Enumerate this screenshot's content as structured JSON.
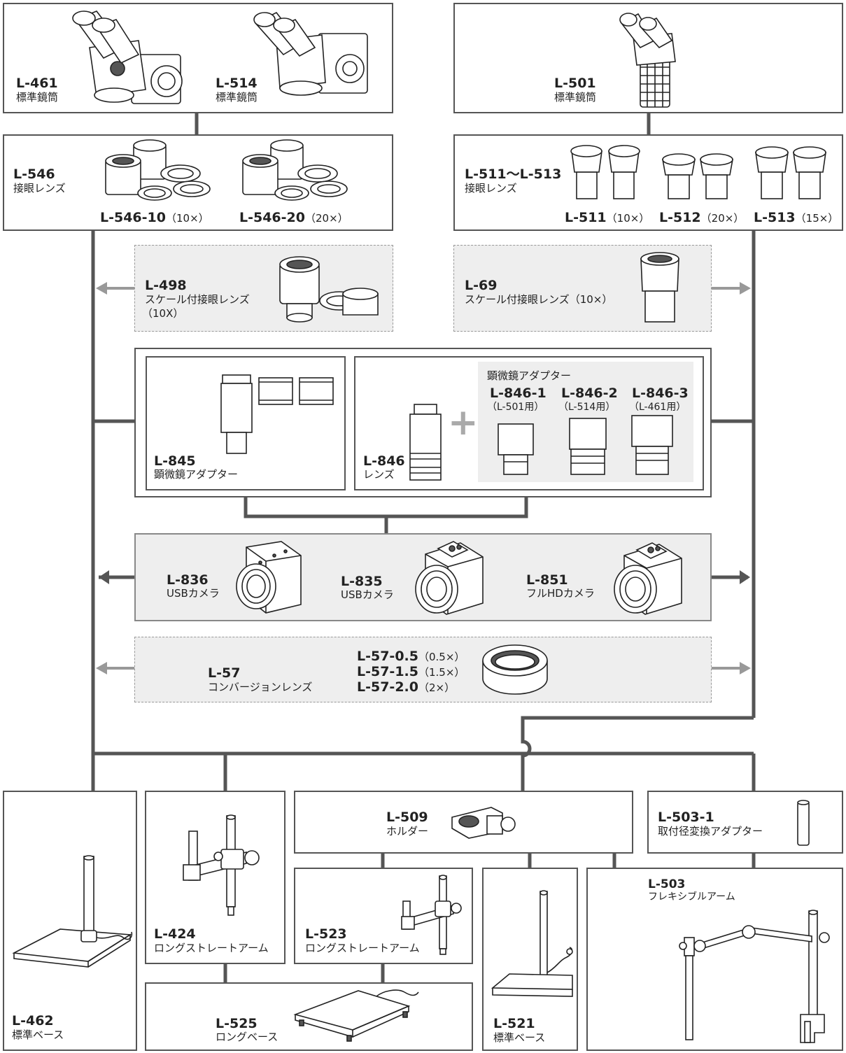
{
  "colors": {
    "line": "#555555",
    "grey_arrow": "#999999",
    "panel_fill": "#eeeeee",
    "plus_mark": "#aaaaaa"
  },
  "top_left": {
    "items": [
      {
        "code": "L-461",
        "name": "標準鏡筒",
        "icon": "stereo-microscope-head-icon"
      },
      {
        "code": "L-514",
        "name": "標準鏡筒",
        "icon": "stereo-microscope-head-icon"
      }
    ]
  },
  "top_right": {
    "code": "L-501",
    "name": "標準鏡筒",
    "icon": "monocular-head-icon"
  },
  "eyepiece_left": {
    "code": "L-546",
    "name": "接眼レンズ",
    "variants": [
      {
        "code": "L-546-10",
        "mag": "（10×）"
      },
      {
        "code": "L-546-20",
        "mag": "（20×）"
      }
    ]
  },
  "eyepiece_right": {
    "code": "L-511～L-513",
    "name": "接眼レンズ",
    "variants": [
      {
        "code": "L-511",
        "mag": "（10×）"
      },
      {
        "code": "L-512",
        "mag": "（20×）"
      },
      {
        "code": "L-513",
        "mag": "（15×）"
      }
    ]
  },
  "scale_left": {
    "code": "L-498",
    "name": "スケール付接眼レンズ",
    "mag": "（10X）"
  },
  "scale_right": {
    "code": "L-69",
    "name": "スケール付接眼レンズ（10×）"
  },
  "adapter_845": {
    "code": "L-845",
    "name": "顕微鏡アダプター"
  },
  "lens_846": {
    "code": "L-846",
    "name": "レンズ",
    "plus": "+",
    "adapter_title": "顕微鏡アダプター",
    "adapters": [
      {
        "code": "L-846-1",
        "use": "（L-501用）"
      },
      {
        "code": "L-846-2",
        "use": "（L-514用）"
      },
      {
        "code": "L-846-3",
        "use": "（L-461用）"
      }
    ]
  },
  "cameras": [
    {
      "code": "L-836",
      "name": "USBカメラ"
    },
    {
      "code": "L-835",
      "name": "USBカメラ"
    },
    {
      "code": "L-851",
      "name": "フルHDカメラ"
    }
  ],
  "conversion": {
    "code": "L-57",
    "name": "コンバージョンレンズ",
    "variants": [
      {
        "code": "L-57-0.5",
        "mag": "（0.5×）"
      },
      {
        "code": "L-57-1.5",
        "mag": "（1.5×）"
      },
      {
        "code": "L-57-2.0",
        "mag": "（2×）"
      }
    ]
  },
  "stands": {
    "l462": {
      "code": "L-462",
      "name": "標準ベース"
    },
    "l424": {
      "code": "L-424",
      "name": "ロングストレートアーム"
    },
    "l509": {
      "code": "L-509",
      "name": "ホルダー"
    },
    "l5031": {
      "code": "L-503-1",
      "name": "取付径変換アダプター"
    },
    "l523": {
      "code": "L-523",
      "name": "ロングストレートアーム"
    },
    "l521": {
      "code": "L-521",
      "name": "標準ベース"
    },
    "l503": {
      "code": "L-503",
      "name": "フレキシブルアーム"
    },
    "l525": {
      "code": "L-525",
      "name": "ロングベース"
    }
  }
}
